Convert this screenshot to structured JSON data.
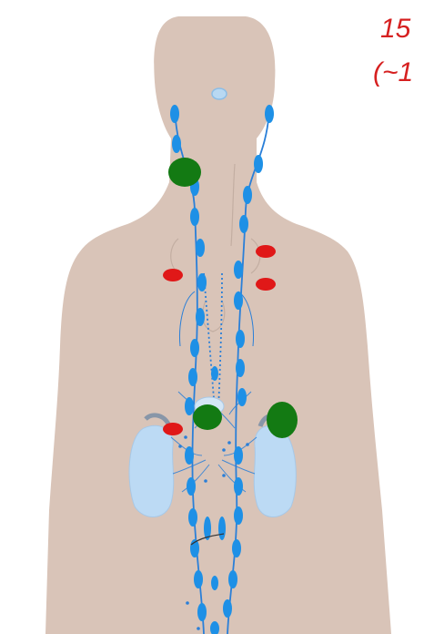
{
  "caption": {
    "line1": "15",
    "line2": "(~1"
  },
  "colors": {
    "skin": "#d9c4b8",
    "lymph_node": "#1e90e6",
    "lymph_vessel": "#2a7fd8",
    "kidney": "#bcdaf4",
    "green_marker": "#137a13",
    "red_marker": "#e01818",
    "caption_text": "#d62020"
  },
  "markers": {
    "green_count": 3,
    "red_count": 4
  }
}
